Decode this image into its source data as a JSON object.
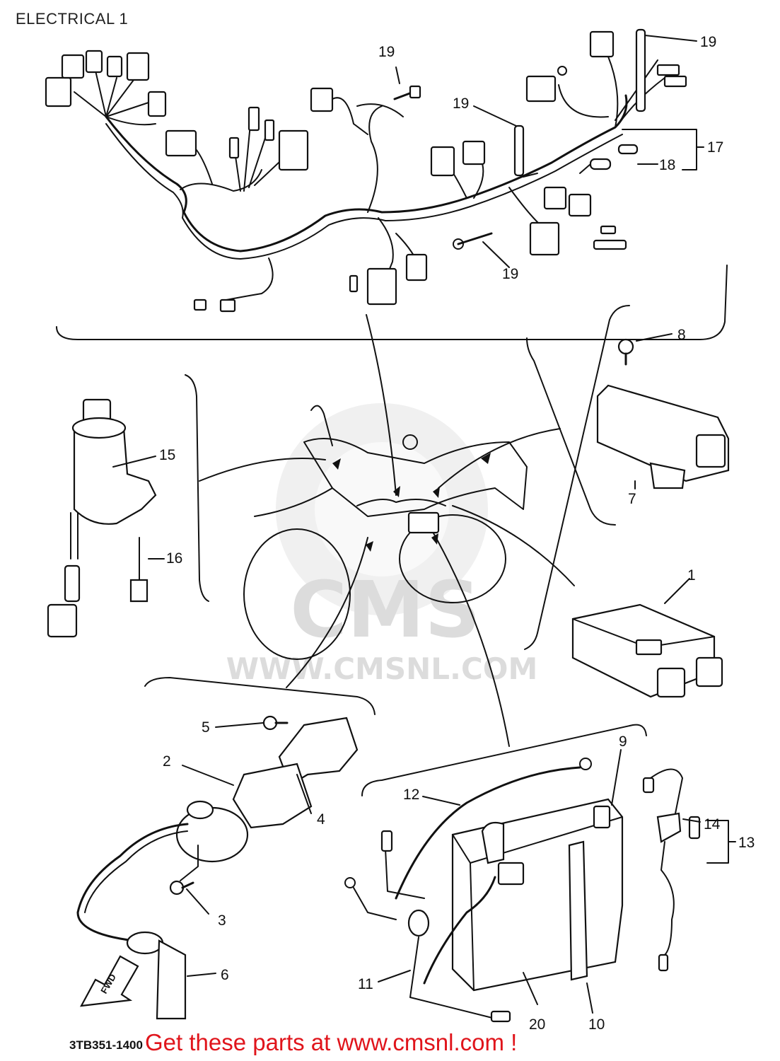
{
  "header": {
    "title": "ELECTRICAL 1"
  },
  "watermark": {
    "brand": "CMS",
    "url": "WWW.CMSNL.COM"
  },
  "callouts": [
    {
      "id": "c1",
      "label": "1"
    },
    {
      "id": "c2",
      "label": "2"
    },
    {
      "id": "c3",
      "label": "3"
    },
    {
      "id": "c4",
      "label": "4"
    },
    {
      "id": "c5",
      "label": "5"
    },
    {
      "id": "c6",
      "label": "6"
    },
    {
      "id": "c7",
      "label": "7"
    },
    {
      "id": "c8",
      "label": "8"
    },
    {
      "id": "c9",
      "label": "9"
    },
    {
      "id": "c10",
      "label": "10"
    },
    {
      "id": "c11",
      "label": "11"
    },
    {
      "id": "c12",
      "label": "12"
    },
    {
      "id": "c13",
      "label": "13"
    },
    {
      "id": "c14",
      "label": "14"
    },
    {
      "id": "c15",
      "label": "15"
    },
    {
      "id": "c16",
      "label": "16"
    },
    {
      "id": "c17",
      "label": "17"
    },
    {
      "id": "c18",
      "label": "18"
    },
    {
      "id": "c19a",
      "label": "19"
    },
    {
      "id": "c19b",
      "label": "19"
    },
    {
      "id": "c19c",
      "label": "19"
    },
    {
      "id": "c19d",
      "label": "19"
    },
    {
      "id": "c20",
      "label": "20"
    }
  ],
  "forward_arrow": {
    "label": "FWD"
  },
  "drawing_number": "3TB351-1400",
  "footer": {
    "banner": "Get these parts at www.cmsnl.com !"
  },
  "colors": {
    "banner": "#e0141b",
    "linework": "#111111",
    "watermark": "#dcdcdc"
  }
}
